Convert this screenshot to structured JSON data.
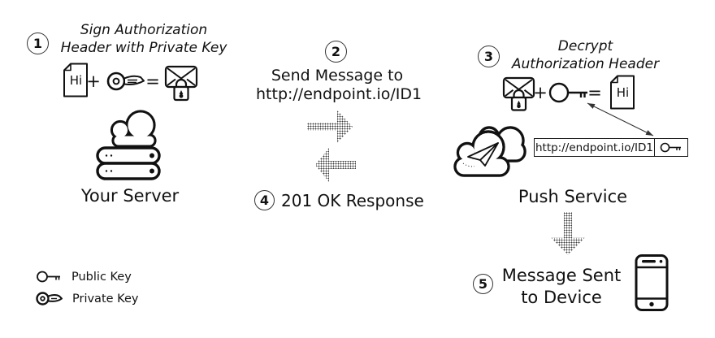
{
  "diagram": {
    "step1": {
      "num": "1",
      "title1": "Sign Authorization",
      "title2": "Header with Private Key"
    },
    "step2": {
      "num": "2",
      "line1": "Send Message to",
      "line2": "http://endpoint.io/ID1"
    },
    "step3": {
      "num": "3",
      "title1": "Decrypt",
      "title2": "Authorization Header"
    },
    "step4": {
      "num": "4",
      "label": "201 OK Response"
    },
    "step5": {
      "num": "5",
      "line1": "Message Sent",
      "line2": "to Device"
    },
    "server_label": "Your Server",
    "push_label": "Push Service",
    "endpoint_url": "http://endpoint.io/ID1",
    "doc_text": "Hi",
    "plus": "+",
    "equals": "=",
    "legend": {
      "public_label": "Public Key",
      "private_label": "Private Key"
    },
    "icons": {
      "document": "page-with-folded-corner saying Hi",
      "private_key": "round key with filled bow and wide blade",
      "public_key": "outline circle key with thin shaft and two teeth",
      "locked_envelope": "envelope with padlock",
      "server": "cloud over two server racks",
      "push_service": "two clouds with paper plane",
      "device": "smartphone",
      "arrows": "dotted halftone arrows right/left/down, thin double-headed arrow"
    },
    "colors": {
      "ink": "#111111",
      "dots": "#3d3d3d",
      "background": "#ffffff"
    }
  }
}
